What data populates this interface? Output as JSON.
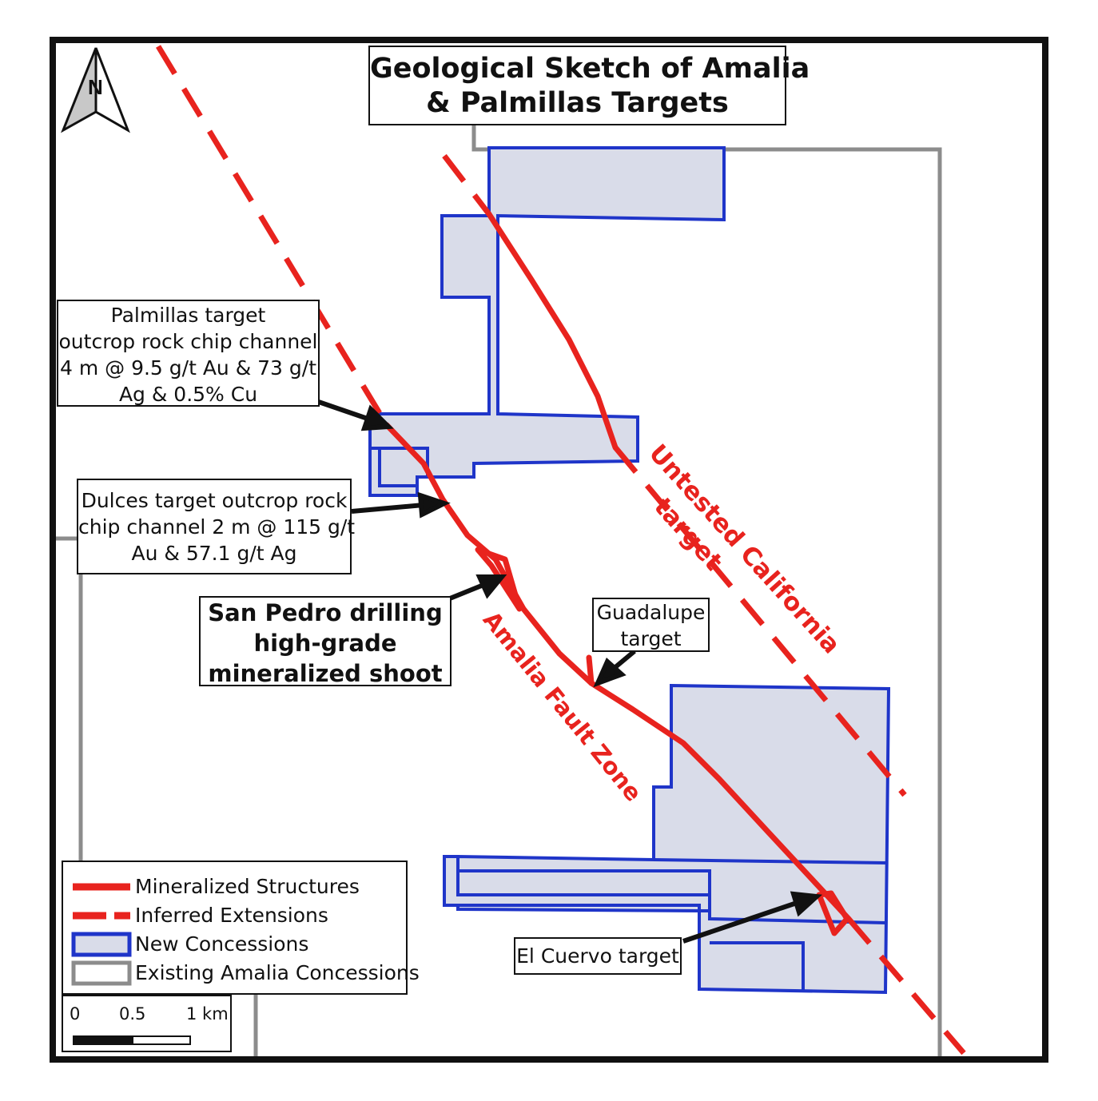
{
  "title": {
    "line1": "Geological Sketch of Amalia",
    "line2": "& Palmillas Targets"
  },
  "north_arrow": {
    "letter": "N"
  },
  "callouts": {
    "palmillas": [
      "Palmillas target",
      "outcrop rock chip channel",
      "4 m @ 9.5 g/t Au & 73 g/t",
      "Ag & 0.5% Cu"
    ],
    "dulces": [
      "Dulces target outcrop rock",
      "chip channel 2 m @ 115 g/t",
      "Au & 57.1 g/t Ag"
    ],
    "san_pedro": [
      "San Pedro drilling",
      "high-grade",
      "mineralized shoot"
    ],
    "guadalupe": [
      "Guadalupe",
      "target"
    ],
    "el_cuervo": [
      "El Cuervo target"
    ]
  },
  "map_labels": {
    "untested_line1": "Untested California",
    "untested_line2": "target",
    "fault_zone": "Amalia Fault Zone"
  },
  "legend": {
    "items": [
      {
        "label": "Mineralized Structures",
        "symbol": "solid-line"
      },
      {
        "label": "Inferred Extensions",
        "symbol": "dashed-line"
      },
      {
        "label": "New Concessions",
        "symbol": "blue-box"
      },
      {
        "label": "Existing Amalia Concessions",
        "symbol": "grey-box"
      }
    ]
  },
  "scale_bar": {
    "ticks": [
      "0",
      "0.5",
      "1 km"
    ]
  },
  "colors": {
    "structure_red": "#e8231e",
    "new_concession_stroke": "#1f35c9",
    "new_concession_fill": "#d9dce9",
    "existing_concession": "#8c8c8c",
    "frame": "#111111"
  }
}
